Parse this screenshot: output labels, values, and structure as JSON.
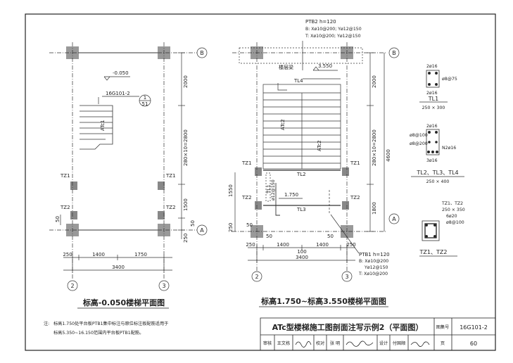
{
  "left_plan": {
    "grid_b": "B",
    "grid_a": "A",
    "grid_2": "2",
    "grid_3": "3",
    "level": "-0.050",
    "ref_code": "16G101-2",
    "ref_num": "1",
    "ref_page": "51",
    "stair_code": "ATc1",
    "tz1_left": "TZ1",
    "tz1_right": "TZ1",
    "tz2_left": "TZ2",
    "tz2_right": "TZ2",
    "dim_v1": "2000",
    "dim_v2": "280×10=2800",
    "dim_v3": "1500",
    "dim_v4": "50",
    "dim_v5": "250",
    "dim_v6": "50",
    "dim_h1": "250",
    "dim_h2": "1400",
    "dim_h3": "1750",
    "dim_h4": "3400",
    "caption": "标高-0.050楼梯平面图"
  },
  "right_plan": {
    "grid_b": "B",
    "grid_a": "A",
    "grid_2": "2",
    "grid_3": "3",
    "ptb2_title": "PTB2 h=120",
    "ptb2_b": "B: Xø10@200; Yø12@150",
    "ptb2_t": "T: Xø10@200; Yø12@150",
    "floor_beam": "楼层梁",
    "level_top": "3.550",
    "level_mid": "1.750",
    "tl4": "TL4",
    "tl2": "TL2",
    "tl3": "TL3",
    "tl1": "TL1",
    "atc2_a": "ATc2",
    "atc2_b": "ATc2",
    "tz1_left": "TZ1",
    "tz1_right": "TZ1",
    "tz2_left": "TZ2",
    "tz2_right": "TZ2",
    "rebar_note": "ø12@150",
    "dim_v1": "2000",
    "dim_v2": "280×10=2800",
    "dim_v3": "4600",
    "dim_v4": "1800",
    "dim_l1": "1550",
    "dim_l2": "250",
    "dim_h1": "50",
    "dim_h2": "50",
    "dim_h3": "250",
    "dim_h4": "1400",
    "dim_h5": "100",
    "dim_h6": "1400",
    "dim_h7": "250",
    "dim_h8": "3400",
    "ptb1_title": "PTB1 h=120",
    "ptb1_b1": "B: Xø10@200",
    "ptb1_b2": "Yø12@150",
    "ptb1_t": "T: Xø10@200",
    "caption": "标高1.750~标高3.550楼梯平面图"
  },
  "sections": {
    "tl1_top": "2ø16",
    "tl1_stirrup": "ø8@75",
    "tl1_bot": "2ø16",
    "tl1_name": "TL1",
    "tl1_size": "250 × 300",
    "tl2_top": "2ø16",
    "tl2_s1": "ø8@100",
    "tl2_s2": "ø8@200",
    "tl2_side": "N2ø16",
    "tl2_bot": "3ø16",
    "tl2_name": "TL2、TL3、TL4",
    "tl2_size": "250 × 400",
    "tz_n1": "TZ1、TZ2",
    "tz_n2": "250 × 350",
    "tz_n3": "6ø20",
    "tz_n4": "ø8@100",
    "tz_name": "TZ1、TZ2"
  },
  "note": {
    "prefix": "注:",
    "line1": "标高1.750处平台板PTB1集中标注与原位标注板配筋适用于",
    "line2": "标高5.350~16.150范围内平台板PTB1配筋。"
  },
  "title_block": {
    "title": "ATc型楼梯施工图剖面注写示例2（平面图）",
    "atlas_label": "图集号",
    "atlas_no": "16G101-2",
    "review_label": "审核",
    "review_name": "王文栋",
    "check_label": "校对",
    "check_name": "张  明",
    "design_label": "设计",
    "design_name": "付国顺",
    "page_label": "页",
    "page_no": "60"
  }
}
